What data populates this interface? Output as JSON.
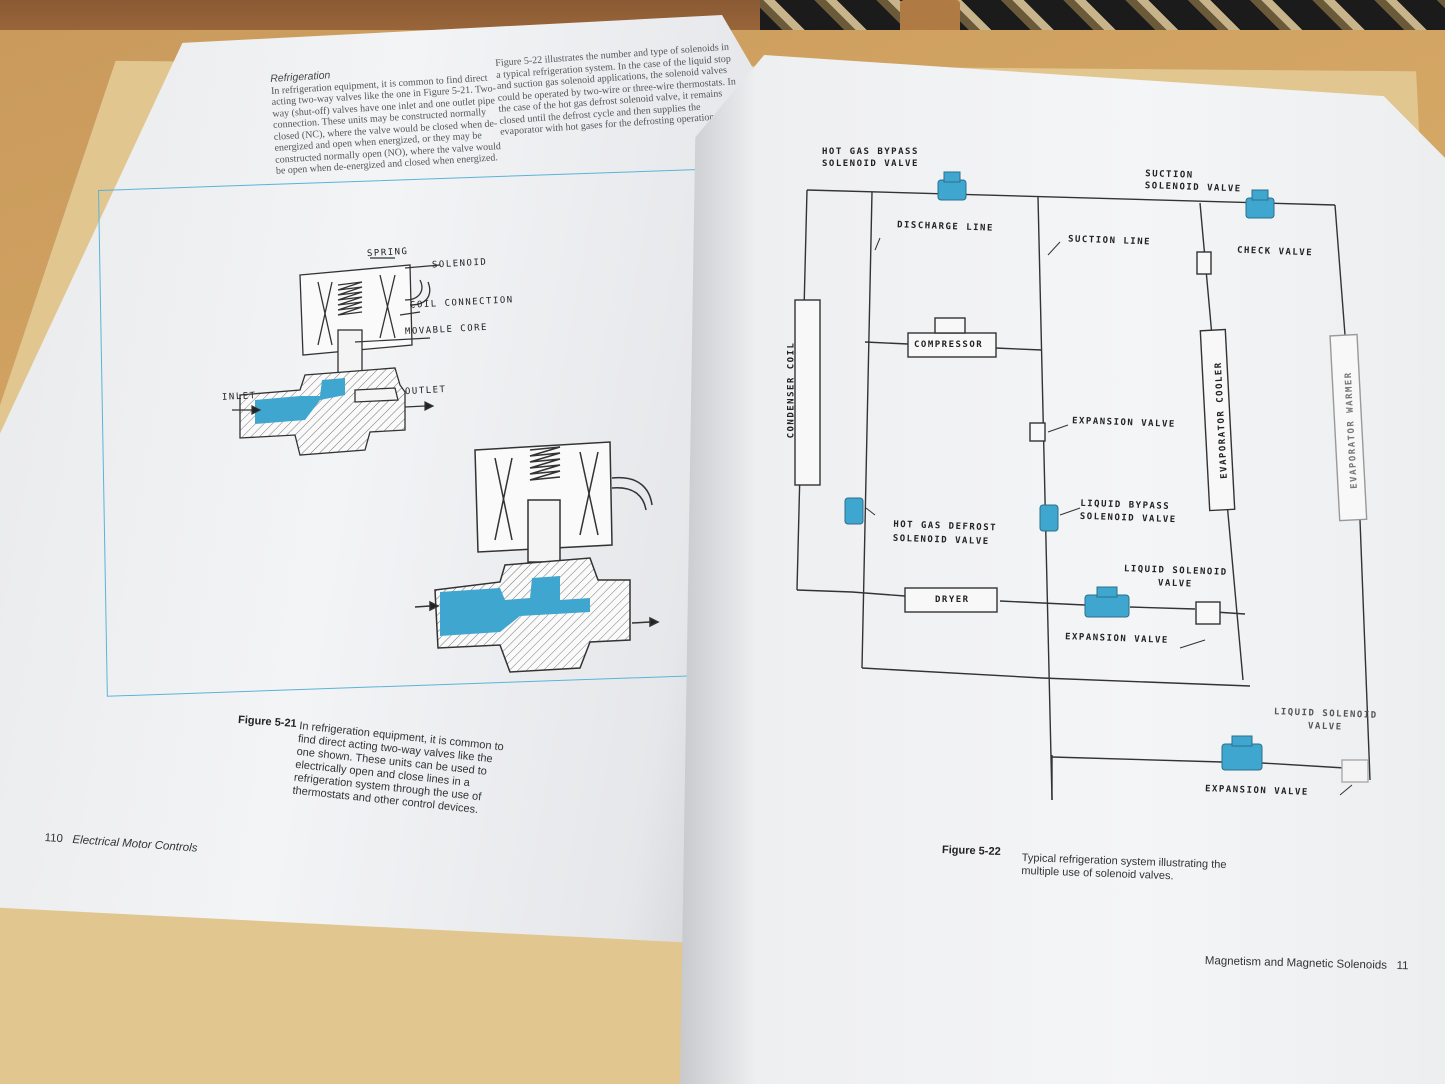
{
  "left_page": {
    "section_heading": "Refrigeration",
    "body_text_col1": "In refrigeration equipment, it is common to find direct acting two-way valves like the one in Figure 5-21. Two-way (shut-off) valves have one inlet and one outlet pipe connection. These units may be constructed normally closed (NC), where the valve would be closed when de-energized and open when energized, or they may be constructed normally open (NO), where the valve would be open when de-energized and closed when energized.",
    "body_text_col2": "Figure 5-22 illustrates the number and type of solenoids in a typical refrigeration system. In the case of the liquid stop and suction gas solenoid applications, the solenoid valves could be operated by two-wire or three-wire thermostats. In the case of the hot gas defrost solenoid valve, it remains closed until the defrost cycle and then supplies the evaporator with hot gases for the defrosting operation.",
    "figure_labels": {
      "spring": "SPRING",
      "solenoid": "SOLENOID",
      "coil_connection": "COIL CONNECTION",
      "movable_core": "MOVABLE CORE",
      "inlet": "INLET",
      "outlet": "OUTLET"
    },
    "caption_number": "Figure 5-21",
    "caption_text": "In refrigeration equipment, it is common to find direct acting two-way valves like the one shown. These units can be used to electrically open and close lines in a refrigeration system through the use of thermostats and other control devices.",
    "footer_page_number": "110",
    "footer_title": "Electrical Motor Controls"
  },
  "right_page": {
    "diagram_labels": {
      "hot_gas_bypass": "HOT GAS BYPASS SOLENOID VALVE",
      "suction_solenoid": "SUCTION SOLENOID VALVE",
      "discharge_line": "DISCHARGE LINE",
      "suction_line": "SUCTION LINE",
      "check_valve": "CHECK VALVE",
      "compressor": "COMPRESSOR",
      "condenser_coil": "CONDENSER COIL",
      "evaporator_cooler": "EVAPORATOR COOLER",
      "evaporator_warmer": "EVAPORATOR WARMER",
      "expansion_valve_1": "EXPANSION VALVE",
      "liquid_bypass": "LIQUID BYPASS SOLENOID VALVE",
      "hot_gas_defrost": "HOT GAS DEFROST SOLENOID VALVE",
      "dryer": "DRYER",
      "liquid_solenoid_1": "LIQUID SOLENOID VALVE",
      "expansion_valve_2": "EXPANSION VALVE",
      "liquid_solenoid_2": "LIQUID SOLENOID VALVE",
      "expansion_valve_3": "EXPANSION VALVE"
    },
    "caption_number": "Figure 5-22",
    "caption_text": "Typical refrigeration system illustrating the multiple use of solenoid valves.",
    "footer_title": "Magnetism and Magnetic Solenoids",
    "footer_page_number": "11"
  },
  "colors": {
    "accent_blue": "#3fa6cf",
    "frame_blue": "#5bb3d8",
    "ink": "#222222"
  }
}
